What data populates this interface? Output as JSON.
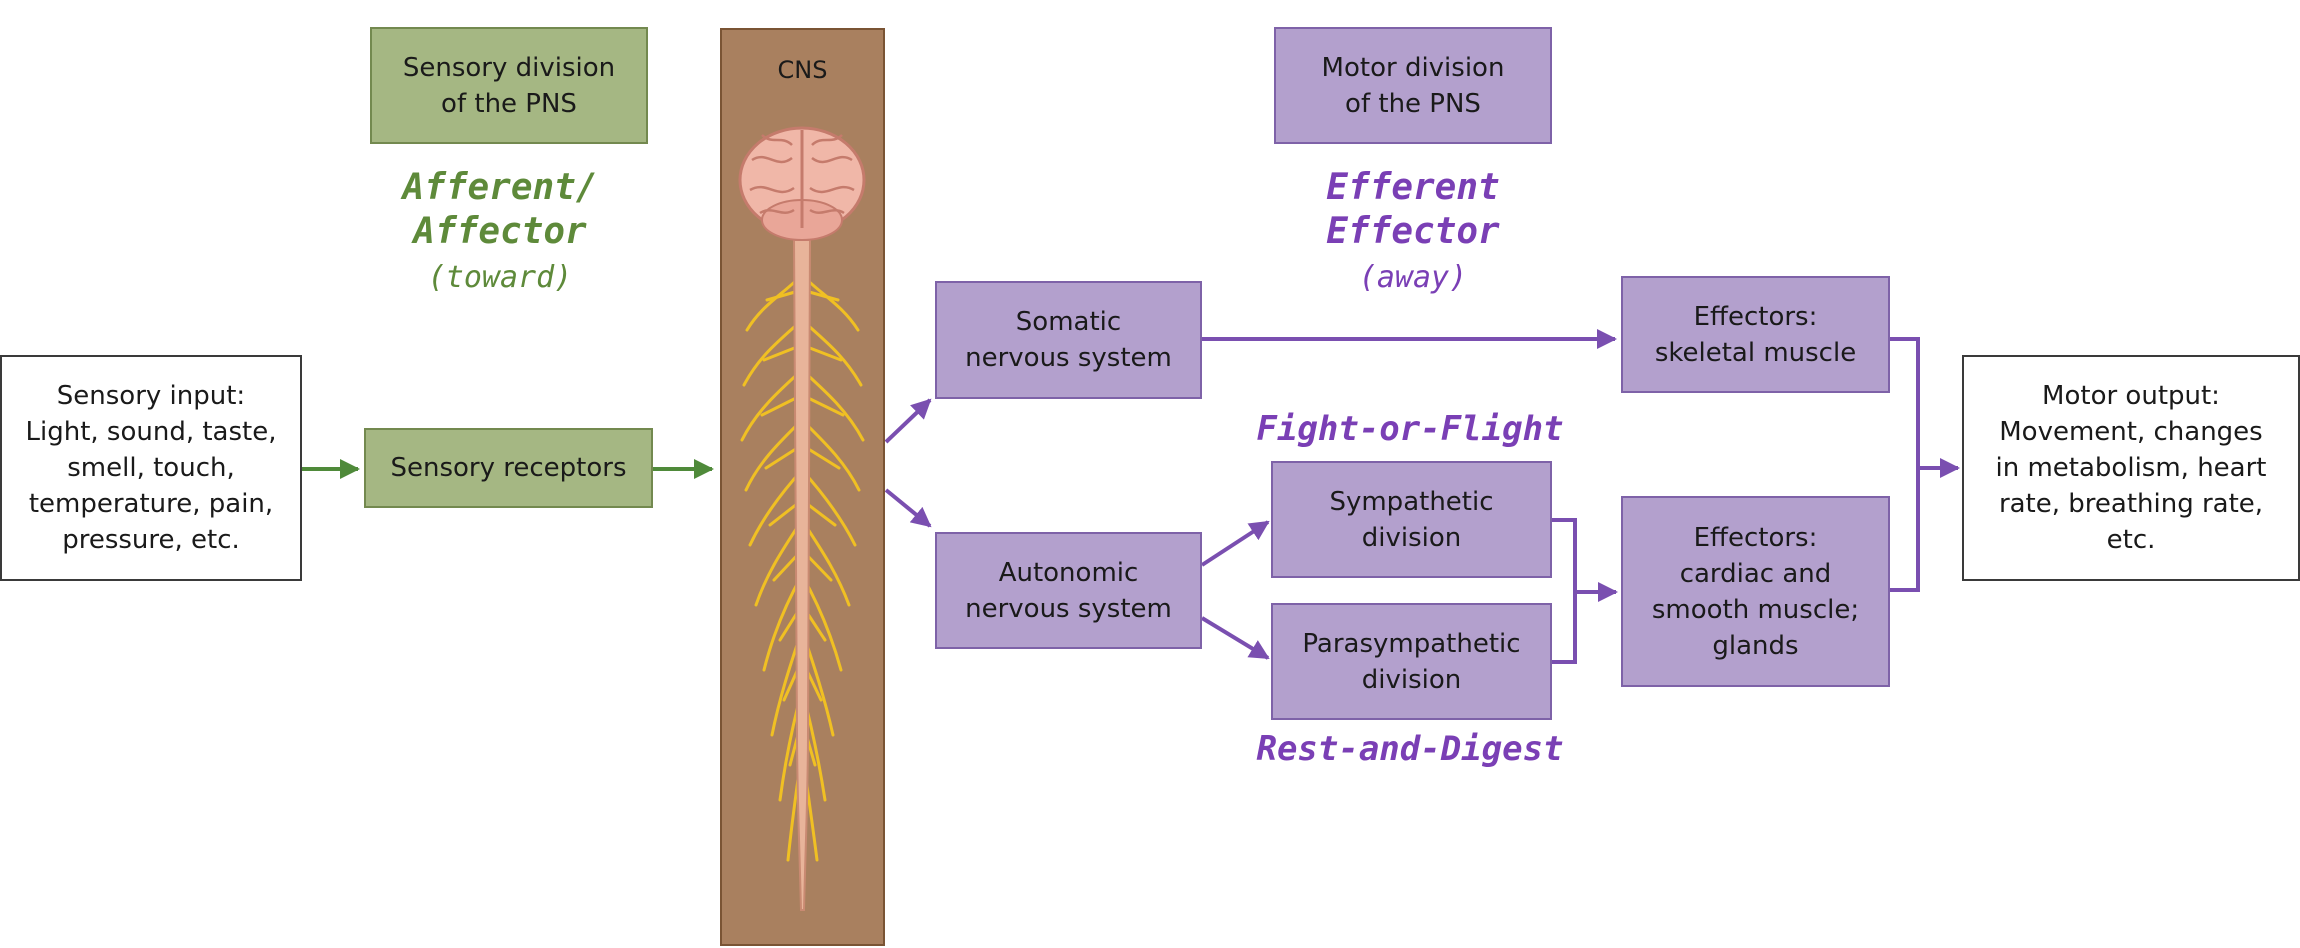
{
  "colors": {
    "sensory_green": "#a5b783",
    "motor_purple": "#b3a0cd",
    "afferent_text": "#5e8a3a",
    "efferent_text": "#7a3fb5",
    "cns_brown": "#a9805f",
    "nerve_yellow": "#f0c023"
  },
  "headers": {
    "sensory_division": "Sensory division\nof the PNS",
    "motor_division": "Motor division\nof the PNS",
    "cns": "CNS"
  },
  "annotations": {
    "afferent_line1": "Afferent/",
    "afferent_line2": "Affector",
    "afferent_sub": "(toward)",
    "efferent_line1": "Efferent",
    "efferent_line2": "Effector",
    "efferent_sub": "(away)",
    "fight_or_flight": "Fight-or-Flight",
    "rest_and_digest": "Rest-and-Digest"
  },
  "boxes": {
    "sensory_input": "Sensory input:\nLight, sound, taste,\nsmell, touch,\ntemperature, pain,\npressure, etc.",
    "sensory_receptors": "Sensory receptors",
    "somatic": "Somatic\nnervous system",
    "autonomic": "Autonomic\nnervous system",
    "sympathetic": "Sympathetic\ndivision",
    "parasympathetic": "Parasympathetic\ndivision",
    "effectors_skeletal": "Effectors:\nskeletal muscle",
    "effectors_cardiac": "Effectors:\ncardiac and\nsmooth muscle;\nglands",
    "motor_output": "Motor output:\nMovement, changes\nin metabolism, heart\nrate, breathing rate,\netc."
  },
  "icons": {
    "brain": "brain-spinal-cord-illustration"
  }
}
